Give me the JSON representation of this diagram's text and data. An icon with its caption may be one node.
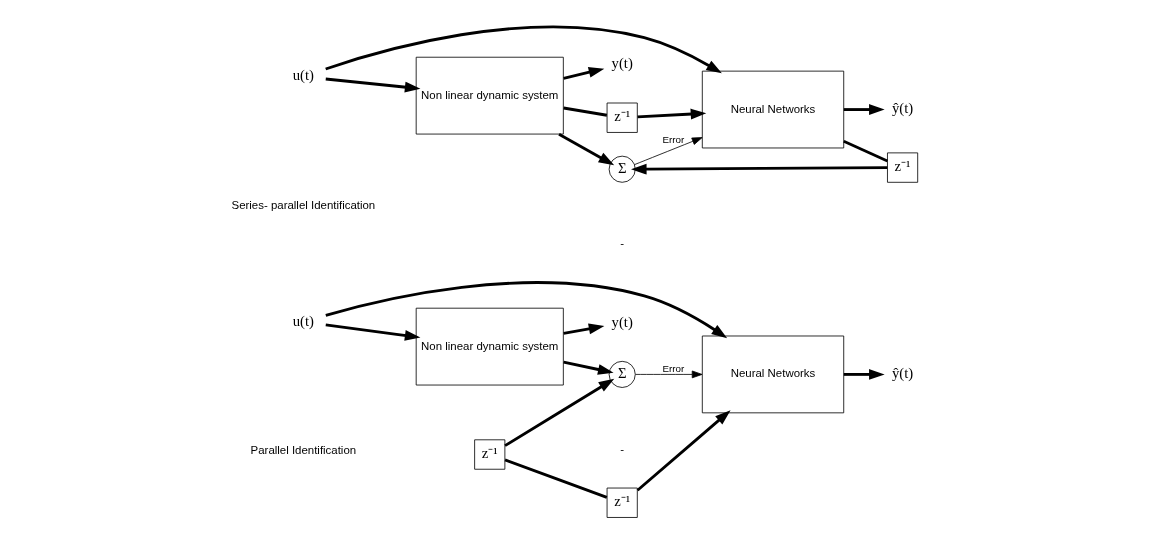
{
  "diagram": {
    "nodes": [
      {
        "text": [
          "u(t)"
        ]
      },
      {
        "text": [
          "Non linear dynamic system"
        ]
      },
      {
        "text": [
          "y(t)"
        ]
      },
      {
        "text": [
          "Σ"
        ]
      },
      {
        "text": [
          "Neural Networks"
        ]
      },
      {
        "text": [
          "z⁻¹"
        ]
      },
      {
        "text": [
          "z⁻¹"
        ]
      },
      {
        "text": [
          "ŷ(t)"
        ]
      },
      {
        "text": [
          "u(t)"
        ]
      },
      {
        "text": [
          "Non linear dynamic system"
        ]
      },
      {
        "text": [
          "y(t)"
        ]
      },
      {
        "text": [
          "Σ"
        ]
      },
      {
        "text": [
          "Neural Networks"
        ]
      },
      {
        "text": [
          "z⁻¹"
        ]
      },
      {
        "text": [
          "z⁻¹"
        ]
      },
      {
        "text": [
          "ŷ(t)"
        ]
      }
    ],
    "edges": [
      {
        "from": 0,
        "to": 1,
        "arrow": "to"
      },
      {
        "from": 0,
        "to": 4,
        "arrow": "to"
      },
      {
        "from": 1,
        "to": 2,
        "arrow": "to"
      },
      {
        "from": 1,
        "to": 3,
        "arrow": "to"
      },
      {
        "from": 1,
        "to": 6,
        "arrow": "none"
      },
      {
        "from": 6,
        "to": 4,
        "arrow": "to"
      },
      {
        "from": 3,
        "to": 4,
        "arrow": "to",
        "label": "Error"
      },
      {
        "from": 4,
        "to": 7,
        "arrow": "to"
      },
      {
        "from": 4,
        "to": 5,
        "arrow": "none"
      },
      {
        "from": 5,
        "to": 3,
        "arrow": "to"
      },
      {
        "from": 8,
        "to": 9,
        "arrow": "to"
      },
      {
        "from": 8,
        "to": 12,
        "arrow": "to"
      },
      {
        "from": 9,
        "to": 10,
        "arrow": "to"
      },
      {
        "from": 9,
        "to": 11,
        "arrow": "to"
      },
      {
        "from": 11,
        "to": 12,
        "arrow": "to",
        "label": "Error"
      },
      {
        "from": 12,
        "to": 15,
        "arrow": "to"
      },
      {
        "from": 13,
        "to": 11,
        "arrow": "to"
      },
      {
        "from": 13,
        "to": 14,
        "arrow": "none"
      },
      {
        "from": 14,
        "to": 12,
        "arrow": "to"
      }
    ],
    "labels": [
      "-",
      "Series- parallel Identification",
      "-",
      "Parallel Identification"
    ]
  }
}
